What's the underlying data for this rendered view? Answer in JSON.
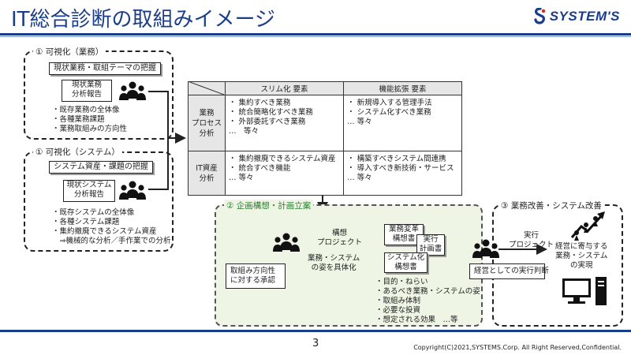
{
  "header": {
    "title": "IT総合診断の取組みイメージ",
    "logo_text": "SYSTEM'S",
    "accent": "#1a3d8a"
  },
  "footer": {
    "page": "3",
    "copyright": "Copyright(C)2021,SYSTEMS.Corp.  All Right Reserved,Confidential."
  },
  "business": {
    "tag": "① 可視化（業務）",
    "task": "現状業務・取組テーマの把握",
    "report": "現状業務\n分析報告",
    "items": [
      "・既存業務の全体像",
      "・各種業務課題",
      "・業務取組みの方向性"
    ]
  },
  "system": {
    "tag": "① 可視化（システム）",
    "task": "システム資産・課題の把握",
    "report": "現状システム\n分析報告",
    "items": [
      "・既存システムの全体像",
      "・各種システム課題",
      "・集約撤廃できるシステム資産",
      "　⇒機械的な分析／手作業での分析"
    ]
  },
  "matrix": {
    "col1": "スリム化 要素",
    "col2": "機能拡張 要素",
    "row1_head": "業務\nプロセス\n分析",
    "row2_head": "IT資産\n分析",
    "r1c1": "・ 集約すべき業務\n・ 統合簡略化すべき業務\n・ 外部委託すべき業務\n…　等々",
    "r1c2": "・ 新規導入する管理手法\n・ システム化すべき業務\n… 等々",
    "r2c1": "・ 集約撤廃できるシステム資産\n・ 統合すべき機能\n… 等々",
    "r2c2": "・ 構築すべきシステム間連携\n・ 導入すべき新技術・サービス\n… 等々"
  },
  "planning": {
    "tag": "② 企画構想・計画立案",
    "approval": "取組み方向性\nに対する承認",
    "project_label": "構想\nプロジェクト",
    "concretize": "業務・システム\nの姿を具体化",
    "doc1": "業務変革\n構想書",
    "doc2": "実行\n計画書",
    "doc3": "システム化\n構想書",
    "items": [
      "・目的・ねらい",
      "・あるべき業務・システムの姿",
      "・取組み体制",
      "・必要な投資",
      "・想定される効果　…等"
    ]
  },
  "improve": {
    "tag": "③ 業務改善・システム改善",
    "project_label": "実行\nプロジェクト",
    "judgment": "経営としての実行判断",
    "result": "経営に寄与する\n業務・システム\nの実現"
  }
}
